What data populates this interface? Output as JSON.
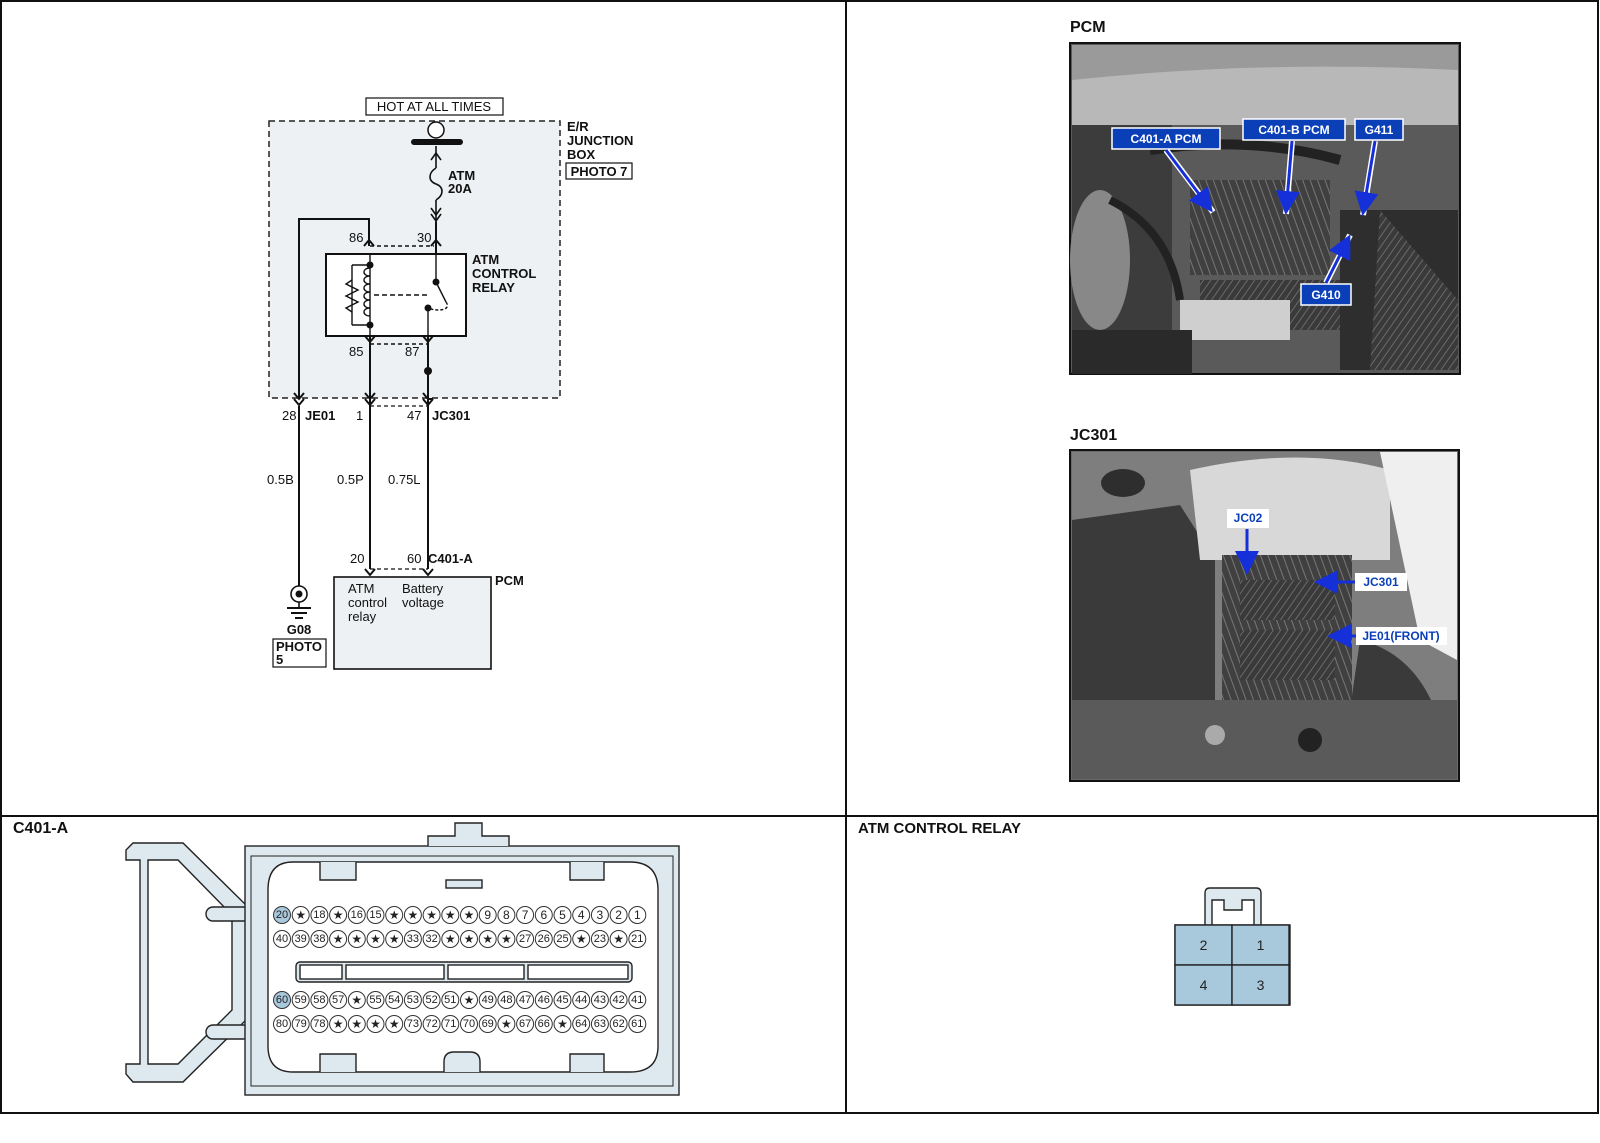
{
  "schematic": {
    "hot_label": "HOT AT ALL TIMES",
    "junction_box": [
      "E/R",
      "JUNCTION",
      "BOX"
    ],
    "junction_photo": "PHOTO 7",
    "fuse": [
      "ATM",
      "20A"
    ],
    "relay_title": [
      "ATM",
      "CONTROL",
      "RELAY"
    ],
    "relay_pins": {
      "p86": "86",
      "p30": "30",
      "p85": "85",
      "p87": "87"
    },
    "conn_je01_pin": "28",
    "conn_je01": "JE01",
    "conn_jc301_pin1": "1",
    "conn_jc301_pin2": "47",
    "conn_jc301": "JC301",
    "wire1": "0.5B",
    "wire2": "0.5P",
    "wire3": "0.75L",
    "pcm_pin1": "20",
    "pcm_pin2": "60",
    "pcm_conn": "C401-A",
    "pcm_label": "PCM",
    "pcm_func1": [
      "ATM",
      "control",
      "relay"
    ],
    "pcm_func2": [
      "Battery",
      "voltage"
    ],
    "ground": "G08",
    "ground_photo": [
      "PHOTO",
      "5"
    ]
  },
  "photo_pcm": {
    "title": "PCM",
    "labels": [
      "C401-A PCM",
      "C401-B PCM",
      "G411",
      "G410"
    ]
  },
  "photo_jc301": {
    "title": "JC301",
    "labels": [
      "JC02",
      "JC301",
      "JE01(FRONT)"
    ]
  },
  "connector_c401a": {
    "title": "C401-A",
    "rows": [
      [
        "20",
        "*",
        "18",
        "*",
        "16",
        "15",
        "*",
        "*",
        "*",
        "*",
        "*",
        "9",
        "8",
        "7",
        "6",
        "5",
        "4",
        "3",
        "2",
        "1"
      ],
      [
        "40",
        "39",
        "38",
        "*",
        "*",
        "*",
        "*",
        "33",
        "32",
        "*",
        "*",
        "*",
        "*",
        "27",
        "26",
        "25",
        "*",
        "23",
        "*",
        "21"
      ],
      [
        "60",
        "59",
        "58",
        "57",
        "*",
        "55",
        "54",
        "53",
        "52",
        "51",
        "*",
        "49",
        "48",
        "47",
        "46",
        "45",
        "44",
        "43",
        "42",
        "41"
      ],
      [
        "80",
        "79",
        "78",
        "*",
        "*",
        "*",
        "*",
        "73",
        "72",
        "71",
        "70",
        "69",
        "*",
        "67",
        "66",
        "*",
        "64",
        "63",
        "62",
        "61"
      ]
    ],
    "highlight": [
      "20",
      "60"
    ],
    "highlight_color": "#a8c8dc",
    "body_color": "#dde9ee"
  },
  "relay_connector": {
    "title": "ATM CONTROL RELAY",
    "pins": [
      "2",
      "1",
      "4",
      "3"
    ],
    "fill_color": "#a8c8dc"
  },
  "colors": {
    "label_blue": "#0a3fb8",
    "arrow_blue": "#1530d8"
  }
}
